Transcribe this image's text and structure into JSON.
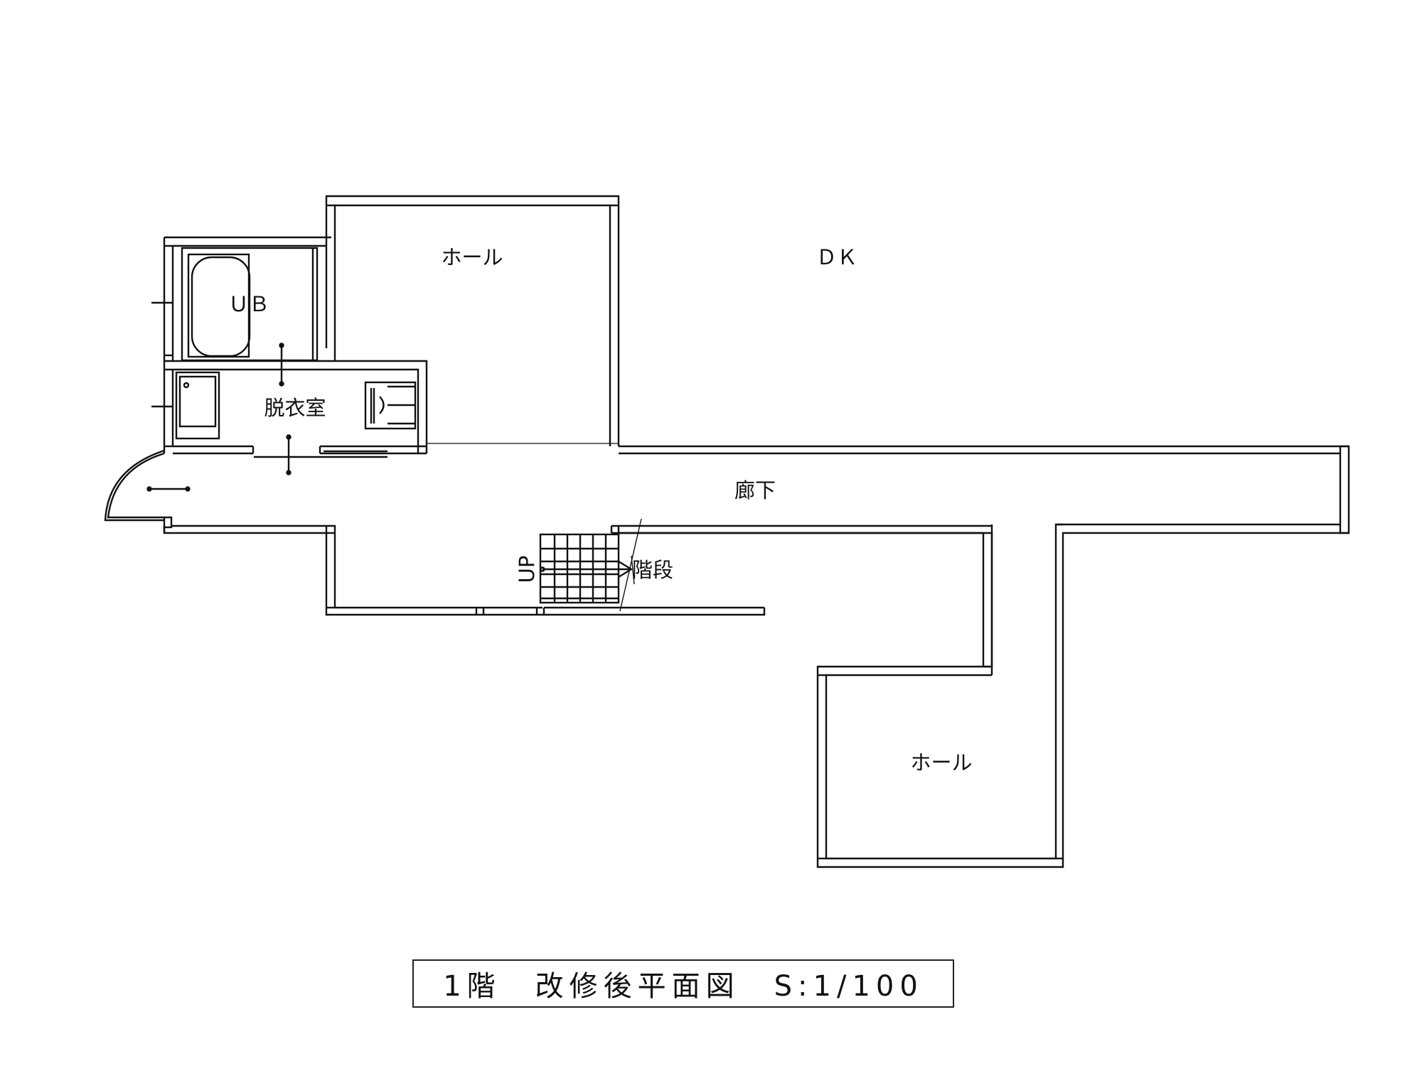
{
  "rooms": {
    "unit_bath": "ＵＢ",
    "dressing_room": "脱衣室",
    "hall_upper": "ホール",
    "dk": "ＤＫ",
    "corridor": "廊下",
    "stairs": "階段",
    "stairs_direction": "UP",
    "hall_lower": "ホール"
  },
  "title": {
    "text": "1階　改修後平面図　S:1/100"
  }
}
